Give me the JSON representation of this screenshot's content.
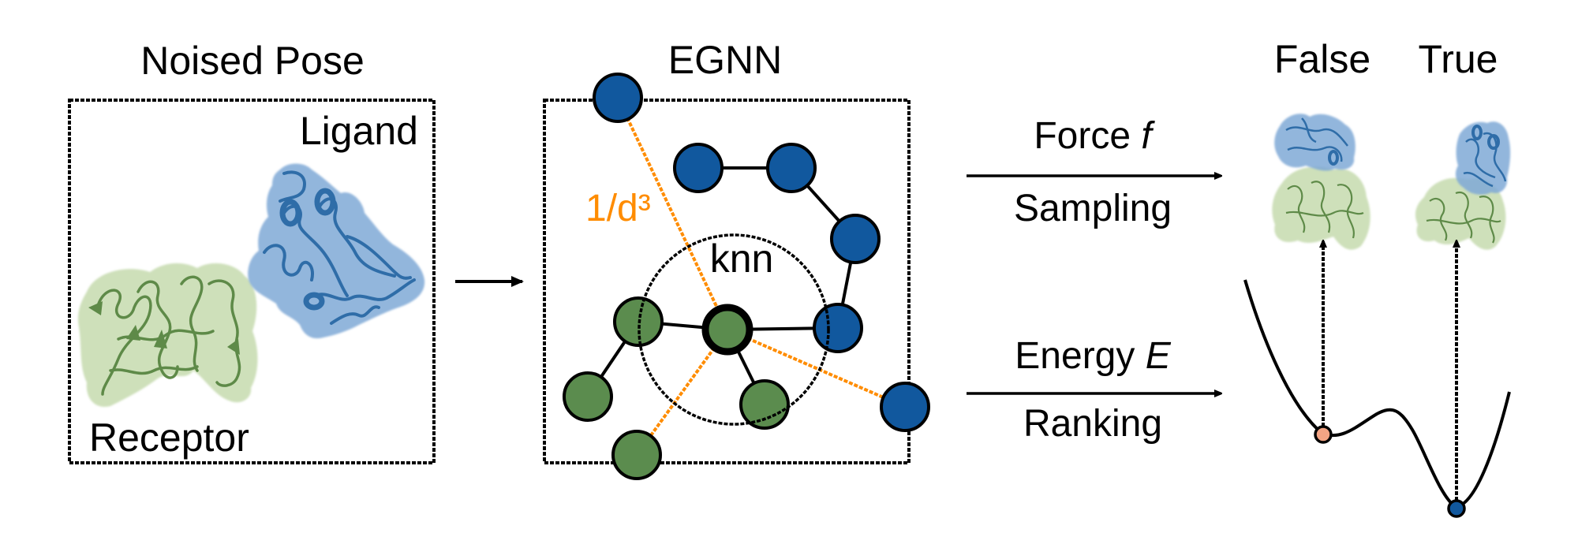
{
  "figure": {
    "panels": {
      "noised_pose": {
        "title": "Noised Pose",
        "ligand_label": "Ligand",
        "receptor_label": "Receptor"
      },
      "egnn": {
        "title": "EGNN",
        "interaction_label": "1/d³",
        "neighborhood_label": "knn",
        "nodes": [
          {
            "id": "b0",
            "type": "ligand"
          },
          {
            "id": "b1",
            "type": "ligand"
          },
          {
            "id": "b2",
            "type": "ligand"
          },
          {
            "id": "b3",
            "type": "ligand"
          },
          {
            "id": "b4",
            "type": "ligand"
          },
          {
            "id": "b5",
            "type": "ligand"
          },
          {
            "id": "g0",
            "type": "receptor",
            "focus": true
          },
          {
            "id": "g1",
            "type": "receptor"
          },
          {
            "id": "g2",
            "type": "receptor"
          },
          {
            "id": "g3",
            "type": "receptor"
          },
          {
            "id": "g4",
            "type": "receptor"
          }
        ],
        "edges": [
          {
            "from": "b1",
            "to": "b2",
            "kind": "bond"
          },
          {
            "from": "b2",
            "to": "b3",
            "kind": "bond"
          },
          {
            "from": "b3",
            "to": "b4",
            "kind": "bond"
          },
          {
            "from": "g0",
            "to": "b4",
            "kind": "bond"
          },
          {
            "from": "g1",
            "to": "g0",
            "kind": "bond"
          },
          {
            "from": "g1",
            "to": "g2",
            "kind": "bond"
          },
          {
            "from": "g0",
            "to": "g3",
            "kind": "bond"
          },
          {
            "from": "b0",
            "to": "g0",
            "kind": "long-range"
          },
          {
            "from": "g0",
            "to": "b5",
            "kind": "long-range"
          },
          {
            "from": "g0",
            "to": "g4",
            "kind": "long-range"
          }
        ]
      },
      "outputs": {
        "force_label": "Force ",
        "force_symbol": "f",
        "sampling_label": "Sampling",
        "energy_label": "Energy ",
        "energy_symbol": "E",
        "ranking_label": "Ranking",
        "false_label": "False",
        "true_label": "True",
        "energy_landscape": {
          "minima": [
            {
              "name": "false-pose-minimum",
              "state": "local"
            },
            {
              "name": "true-pose-minimum",
              "state": "global"
            }
          ]
        }
      }
    },
    "colors": {
      "ligand": "#11589E",
      "receptor": "#5B8C4E",
      "long_range": "#FF8C00",
      "false_minimum": "#F4A484",
      "true_minimum": "#11589E",
      "ligand_surface": "#7FA9D6",
      "ligand_ribbon": "#2F6DA8",
      "receptor_surface": "#C5DBAE",
      "receptor_ribbon": "#5E8A48"
    }
  }
}
